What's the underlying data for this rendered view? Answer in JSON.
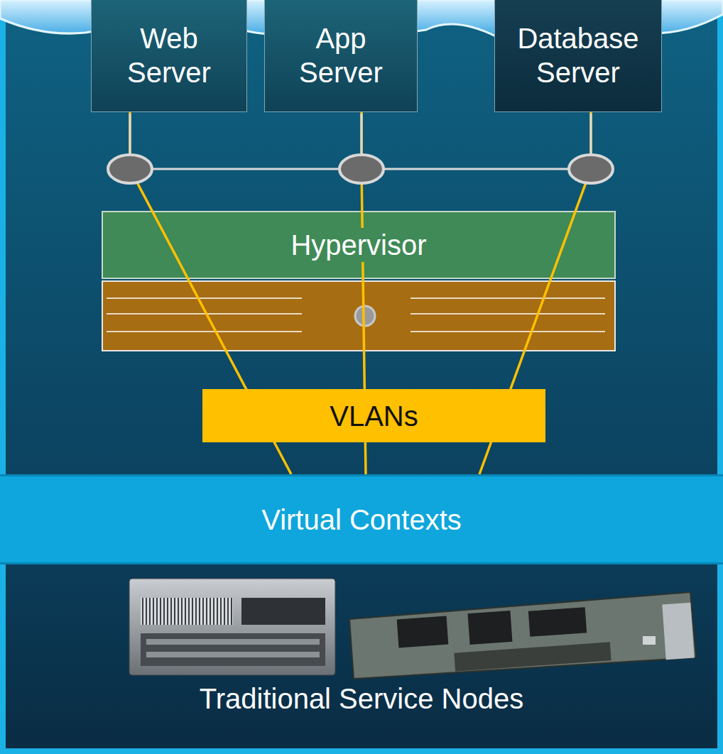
{
  "diagram": {
    "nodes": [
      {
        "text": [
          "Web Server"
        ]
      },
      {
        "text": [
          "App Server"
        ]
      },
      {
        "text": [
          "Database Server"
        ]
      },
      {
        "text": [
          "Hypervisor"
        ]
      },
      {
        "text": [
          "VLANs"
        ]
      },
      {
        "text": [
          "Virtual Contexts"
        ]
      }
    ],
    "edges": [
      {
        "from": 0,
        "to": 5,
        "arrow": "none"
      },
      {
        "from": 1,
        "to": 5,
        "arrow": "none"
      },
      {
        "from": 2,
        "to": 5,
        "arrow": "none"
      }
    ],
    "labels": [
      "Traditional Service Nodes"
    ]
  }
}
